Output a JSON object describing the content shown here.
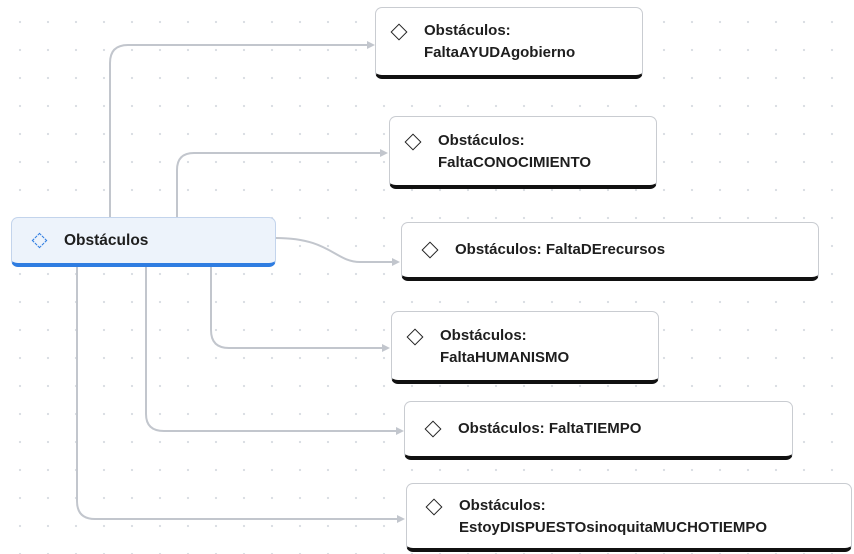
{
  "root": {
    "label": "Obstáculos",
    "icon": "dashed-diamond-icon",
    "accent_color": "#2f7de1"
  },
  "children": [
    {
      "line1": "Obstáculos:",
      "line2": "FaltaAYUDAgobierno",
      "icon": "diamond-icon"
    },
    {
      "line1": "Obstáculos:",
      "line2": "FaltaCONOCIMIENTO",
      "icon": "diamond-icon"
    },
    {
      "line1": "Obstáculos: FaltaDErecursos",
      "line2": "",
      "icon": "diamond-icon"
    },
    {
      "line1": "Obstáculos:",
      "line2": "FaltaHUMANISMO",
      "icon": "diamond-icon"
    },
    {
      "line1": "Obstáculos: FaltaTIEMPO",
      "line2": "",
      "icon": "diamond-icon"
    },
    {
      "line1": "Obstáculos:",
      "line2": "EstoyDISPUESTOsinoquitaMUCHOTIEMPO",
      "icon": "diamond-icon"
    }
  ],
  "colors": {
    "connector": "#c2c6cd",
    "node_underline": "#111111",
    "root_background": "#edf3fb"
  }
}
